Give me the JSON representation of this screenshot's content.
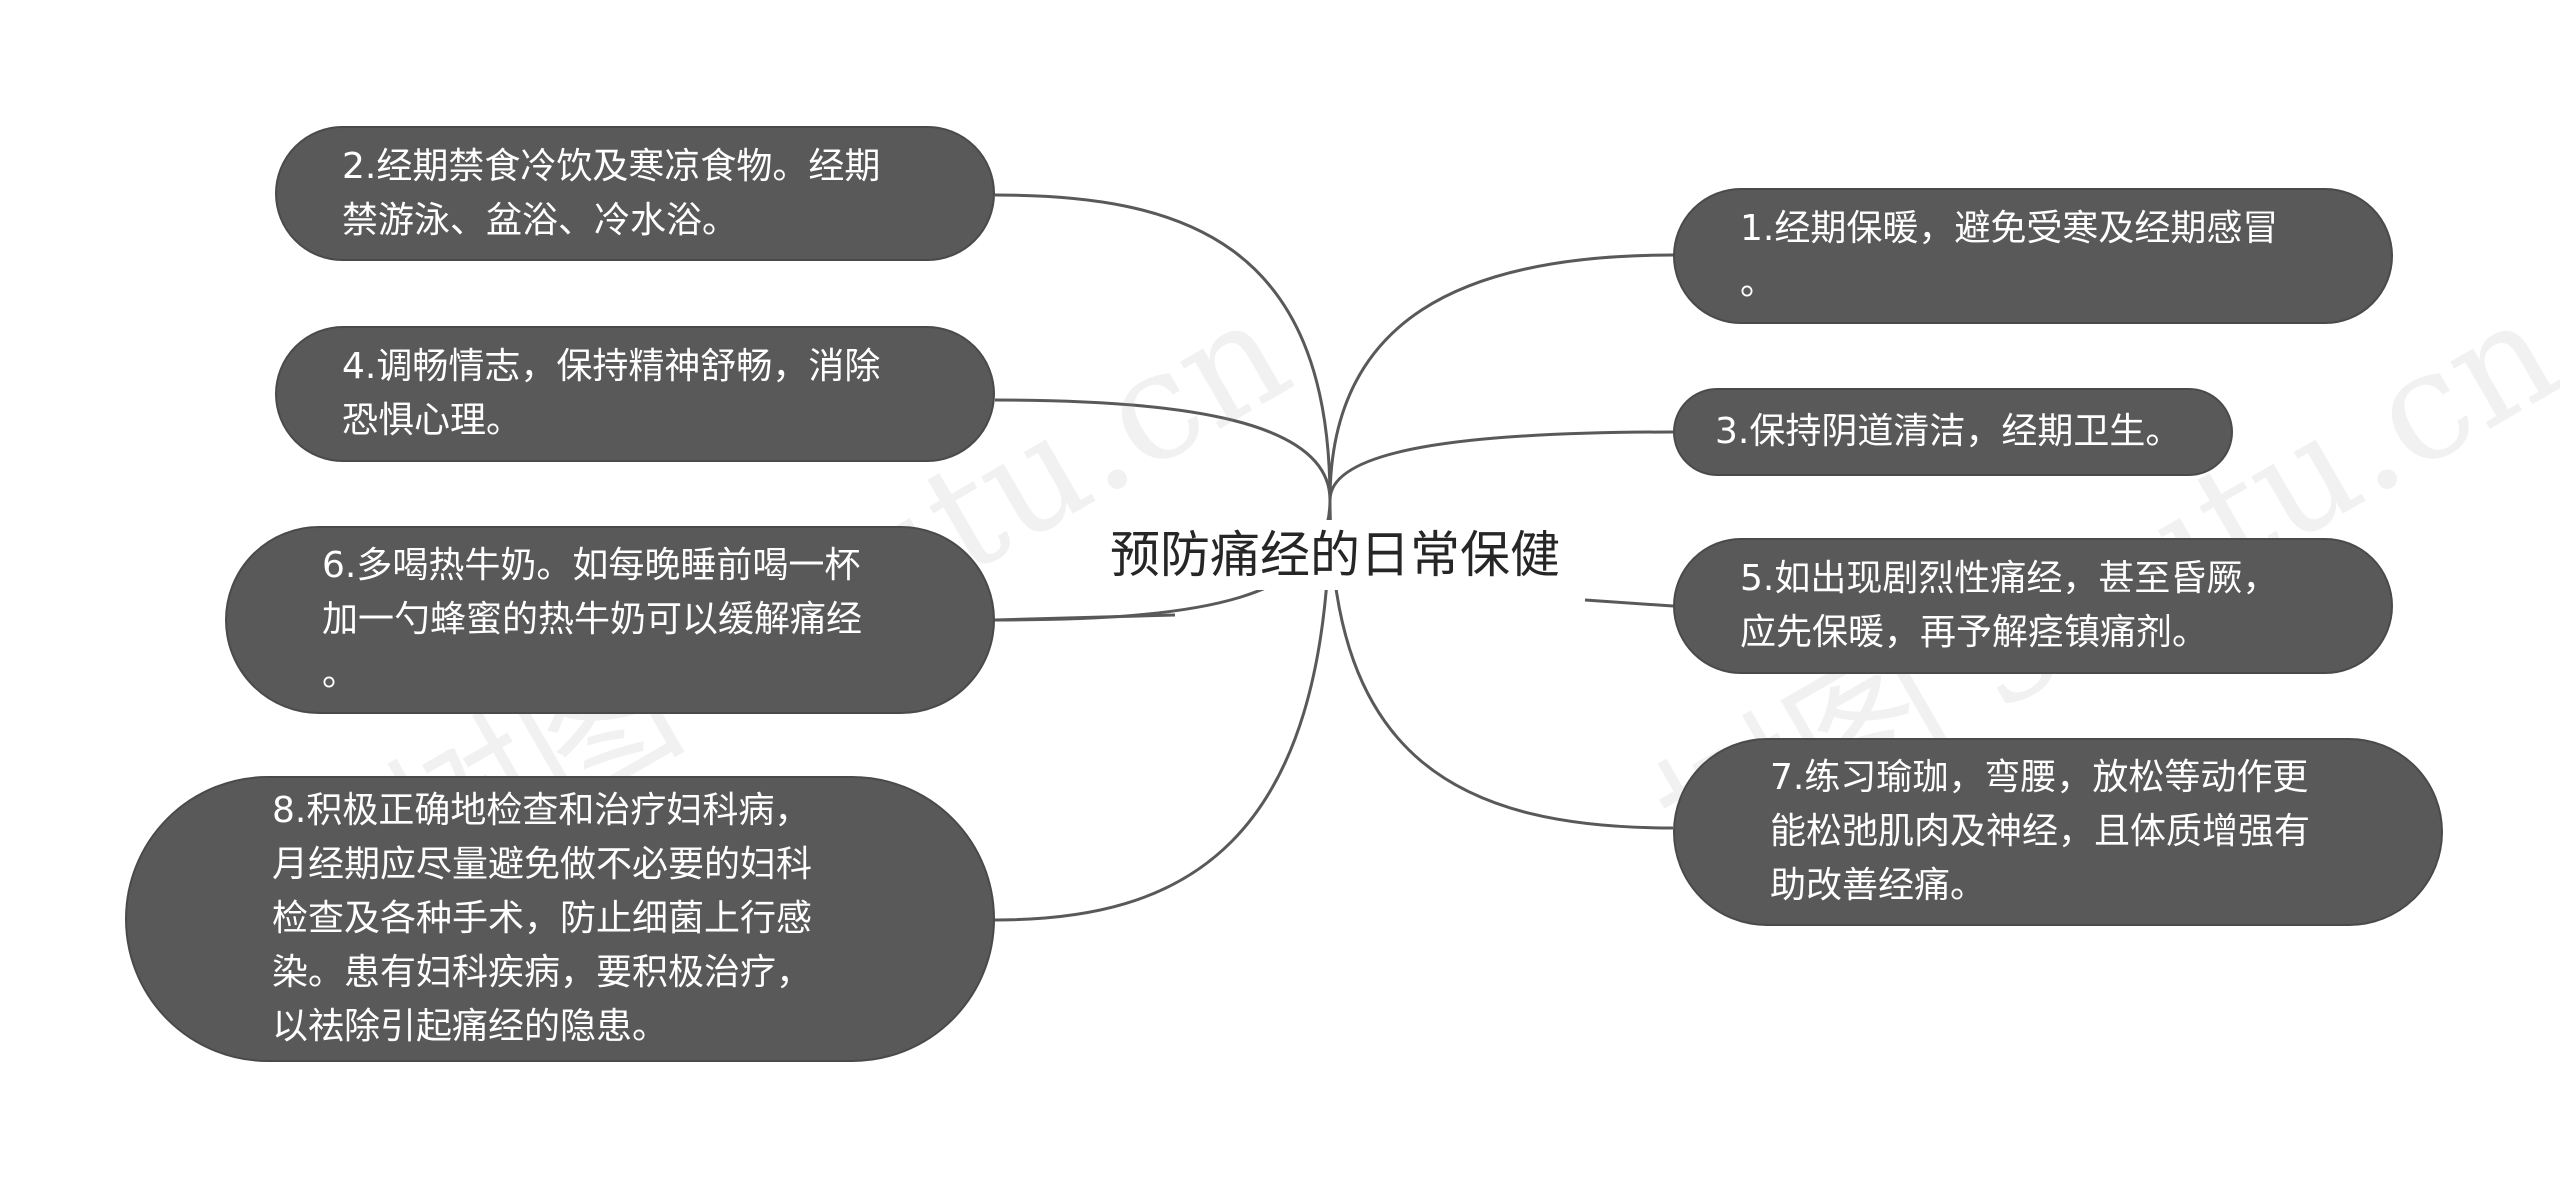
{
  "center": {
    "label": "预防痛经的日常保健"
  },
  "nodes": [
    {
      "id": "n1",
      "label": "1.经期保暖，避免受寒及经期感冒\n。"
    },
    {
      "id": "n2",
      "label": "2.经期禁食冷饮及寒凉食物。经期\n禁游泳、盆浴、冷水浴。"
    },
    {
      "id": "n3",
      "label": "3.保持阴道清洁，经期卫生。"
    },
    {
      "id": "n4",
      "label": "4.调畅情志，保持精神舒畅，消除\n恐惧心理。"
    },
    {
      "id": "n5",
      "label": "5.如出现剧烈性痛经，甚至昏厥，\n应先保暖，再予解痉镇痛剂。"
    },
    {
      "id": "n6",
      "label": "6.多喝热牛奶。如每晚睡前喝一杯\n加一勺蜂蜜的热牛奶可以缓解痛经\n。"
    },
    {
      "id": "n7",
      "label": "7.练习瑜珈，弯腰，放松等动作更\n能松弛肌肉及神经，且体质增强有\n助改善经痛。"
    },
    {
      "id": "n8",
      "label": "8.积极正确地检查和治疗妇科病，\n月经期应尽量避免做不必要的妇科\n检查及各种手术，防止细菌上行感\n染。患有妇科疾病，要积极治疗，\n以祛除引起痛经的隐患。"
    }
  ],
  "watermark": {
    "text": "树图 shutu.cn"
  },
  "colors": {
    "node_fill": "#595959",
    "node_text": "#ffffff",
    "line": "#595959",
    "center_text": "#262626"
  }
}
